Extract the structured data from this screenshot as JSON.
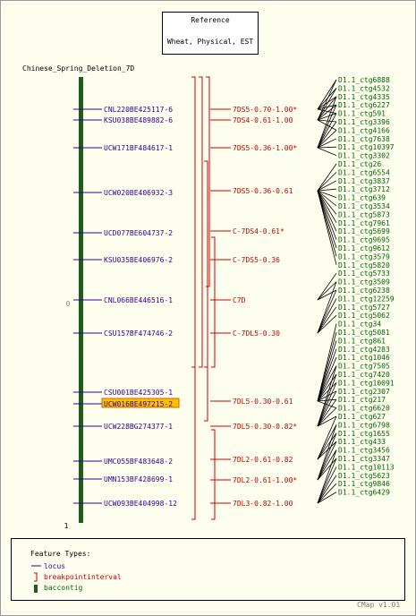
{
  "reference": {
    "line1": "Reference",
    "line2": "Wheat, Physical, EST"
  },
  "map_title": "Chinese_Spring_Deletion_7D",
  "scale": {
    "top": "0",
    "bottom": "1"
  },
  "colors": {
    "locus": "#330099",
    "interval": "#cc0000",
    "contig": "#006600",
    "bar": "#1f5d1f",
    "highlight": "#ffc000"
  },
  "loci": [
    "CNL220BE425117-6",
    "KSU038BE489882-6",
    "UCW171BF484617-1",
    "UCW020BE406932-3",
    "UCD077BE604737-2",
    "KSU035BE406976-2",
    "CNL066BE446516-1",
    "CSU157BF474746-2",
    "CSU001BE425305-1",
    "UCW016BE497215-2",
    "UCW228BG274377-1",
    "UMC055BF483648-2",
    "UMN153BF428699-1",
    "UCW093BE404998-12"
  ],
  "highlighted_locus": "UCW016BE497215-2",
  "intervals": [
    "7DS5-0.70-1.00*",
    "7DS4-0.61-1.00",
    "7DS5-0.36-1.00*",
    "7DS5-0.36-0.61",
    "C-7DS4-0.61*",
    "C-7DS5-0.36",
    "C7D",
    "C-7DL5-0.30",
    "7DL5-0.30-0.61",
    "7DL5-0.30-0.82*",
    "7DL2-0.61-0.82",
    "7DL2-0.61-1.00*",
    "7DL3-0.82-1.00"
  ],
  "contigs": [
    "D1.1_ctg6888",
    "D1.1_ctg4532",
    "D1.1_ctg4335",
    "D1.1_ctg6227",
    "D1.1_ctg591",
    "D1.1_ctg3396",
    "D1.1_ctg4166",
    "D1.1_ctg7638",
    "D1.1_ctg10397",
    "D1.1_ctg3302",
    "D1.1_ctg26",
    "D1.1_ctg6554",
    "D1.1_ctg3837",
    "D1.1_ctg3712",
    "D1.1_ctg639",
    "D1.1_ctg3534",
    "D1.1_ctg5873",
    "D1.1_ctg7961",
    "D1.1_ctg5699",
    "D1.1_ctg9695",
    "D1.1_ctg9612",
    "D1.1_ctg3579",
    "D1.1_ctg5820",
    "D1.1_ctg5733",
    "D1.1_ctg3509",
    "D1.1_ctg6238",
    "D1.1_ctg12259",
    "D1.1_ctg5727",
    "D1.1_ctg5062",
    "D1.1_ctg34",
    "D1.1_ctg5081",
    "D1.1_ctg861",
    "D1.1_ctg4283",
    "D1.1_ctg1046",
    "D1.1_ctg7505",
    "D1.1_ctg7420",
    "D1.1_ctg10091",
    "D1.1_ctg2307",
    "D1.1_ctg217",
    "D1.1_ctg6620",
    "D1.1_ctg627",
    "D1.1_ctg6798",
    "D1.1_ctg1655",
    "D1.1_ctg433",
    "D1.1_ctg3456",
    "D1.1_ctg3347",
    "D1.1_ctg10113",
    "D1.1_ctg5623",
    "D1.1_ctg9846",
    "D1.1_ctg6429"
  ],
  "legend": {
    "title": "Feature Types:",
    "items": [
      "locus",
      "breakpointinterval",
      "baccontig"
    ]
  },
  "version": "CMap v1.01"
}
